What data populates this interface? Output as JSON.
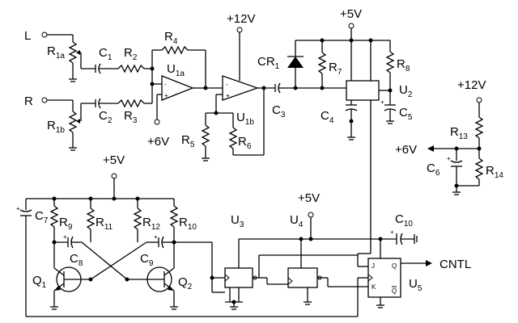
{
  "inputs": {
    "left": "L",
    "right": "R"
  },
  "supplies": {
    "p12_a": "+12V",
    "p5_a": "+5V",
    "p12_b": "+12V",
    "p6_out": "+6V",
    "p6_in": "+6V",
    "p5_b": "+5V",
    "p5_c": "+5V"
  },
  "components": {
    "R1a": "R",
    "R1a_sub": "1a",
    "R1b": "R",
    "R1b_sub": "1b",
    "C1": "C",
    "C1_sub": "1",
    "C2": "C",
    "C2_sub": "2",
    "R2": "R",
    "R2_sub": "2",
    "R3": "R",
    "R3_sub": "3",
    "R4": "R",
    "R4_sub": "4",
    "U1a": "U",
    "U1a_sub": "1a",
    "U1b": "U",
    "U1b_sub": "1b",
    "R5": "R",
    "R5_sub": "5",
    "R6": "R",
    "R6_sub": "6",
    "CR1": "CR",
    "CR1_sub": "1",
    "C3": "C",
    "C3_sub": "3",
    "R7": "R",
    "R7_sub": "7",
    "R8": "R",
    "R8_sub": "8",
    "C4": "C",
    "C4_sub": "4",
    "C5": "C",
    "C5_sub": "5",
    "U2": "U",
    "U2_sub": "2",
    "R13": "R",
    "R13_sub": "13",
    "R14": "R",
    "R14_sub": "14",
    "C6": "C",
    "C6_sub": "6",
    "C7": "C",
    "C7_sub": "7",
    "R9": "R",
    "R9_sub": "9",
    "R11": "R",
    "R11_sub": "11",
    "R12": "R",
    "R12_sub": "12",
    "R10": "R",
    "R10_sub": "10",
    "C8": "C",
    "C8_sub": "8",
    "C9": "C",
    "C9_sub": "9",
    "Q1": "Q",
    "Q1_sub": "1",
    "Q2": "Q",
    "Q2_sub": "2",
    "U3": "U",
    "U3_sub": "3",
    "U4": "U",
    "U4_sub": "4",
    "U5": "U",
    "U5_sub": "5",
    "C10": "C",
    "C10_sub": "10"
  },
  "output": "CNTL",
  "opamp_signs": {
    "minus": "-",
    "plus": "+"
  },
  "cap_plus": "+",
  "jk_pins": {
    "j": "J",
    "k": "K",
    "q": "Q",
    "qbar": "Q"
  }
}
